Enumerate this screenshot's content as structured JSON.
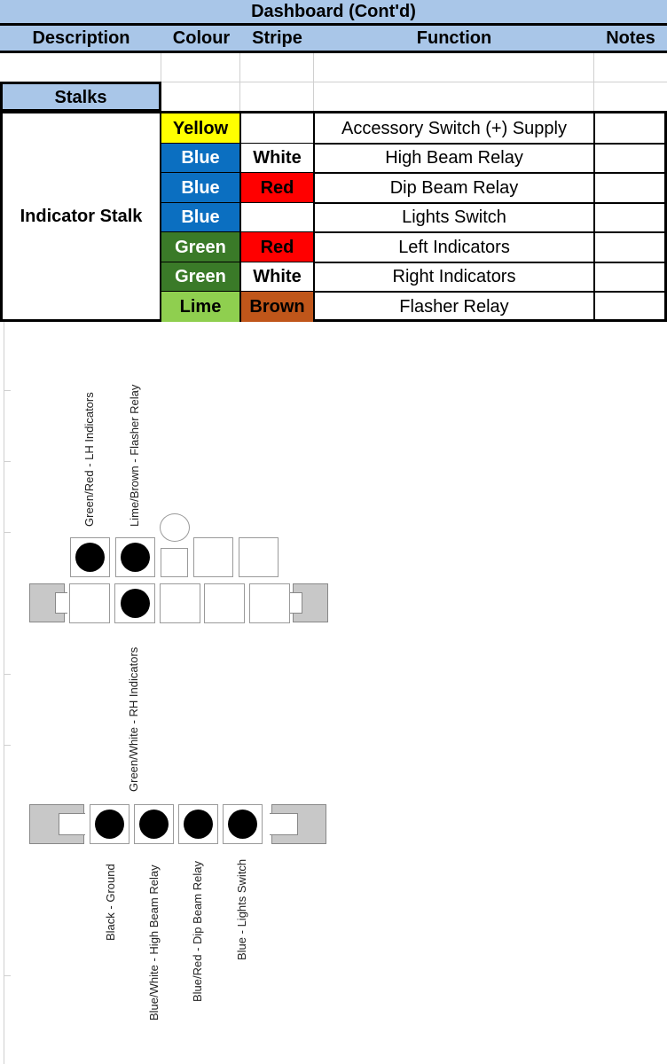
{
  "header": {
    "title": "Dashboard (Cont'd)"
  },
  "columns": {
    "description": "Description",
    "colour": "Colour",
    "stripe": "Stripe",
    "function": "Function",
    "notes": "Notes"
  },
  "section": {
    "label": "Stalks"
  },
  "group": {
    "label": "Indicator Stalk"
  },
  "rows": [
    {
      "colour": "Yellow",
      "colour_hex": "#ffff00",
      "colour_text": "#000000",
      "stripe": "",
      "stripe_hex": "#ffffff",
      "stripe_text": "#000000",
      "function": "Accessory Switch (+) Supply"
    },
    {
      "colour": "Blue",
      "colour_hex": "#0b6fc1",
      "colour_text": "#ffffff",
      "stripe": "White",
      "stripe_hex": "#ffffff",
      "stripe_text": "#000000",
      "function": "High Beam Relay"
    },
    {
      "colour": "Blue",
      "colour_hex": "#0b6fc1",
      "colour_text": "#ffffff",
      "stripe": "Red",
      "stripe_hex": "#ff0000",
      "stripe_text": "#000000",
      "function": "Dip Beam Relay"
    },
    {
      "colour": "Blue",
      "colour_hex": "#0b6fc1",
      "colour_text": "#ffffff",
      "stripe": "",
      "stripe_hex": "#ffffff",
      "stripe_text": "#000000",
      "function": "Lights Switch"
    },
    {
      "colour": "Green",
      "colour_hex": "#3a7a28",
      "colour_text": "#ffffff",
      "stripe": "Red",
      "stripe_hex": "#ff0000",
      "stripe_text": "#000000",
      "function": "Left Indicators"
    },
    {
      "colour": "Green",
      "colour_hex": "#3a7a28",
      "colour_text": "#ffffff",
      "stripe": "White",
      "stripe_hex": "#ffffff",
      "stripe_text": "#000000",
      "function": "Right Indicators"
    },
    {
      "colour": "Lime",
      "colour_hex": "#8fcf4f",
      "colour_text": "#000000",
      "stripe": "Brown",
      "stripe_hex": "#c0561a",
      "stripe_text": "#000000",
      "function": "Flasher Relay"
    }
  ],
  "diagram": {
    "top_connector_labels": {
      "green_red": "Green/Red - LH Indicators",
      "lime_brown": "Lime/Brown - Flasher Relay",
      "green_white": "Green/White - RH Indicators"
    },
    "bottom_connector_labels": {
      "black": "Black - Ground",
      "blue_white": "Blue/White - High Beam Relay",
      "blue_red": "Blue/Red - Dip Beam Relay",
      "blue": "Blue - Lights Switch"
    }
  }
}
